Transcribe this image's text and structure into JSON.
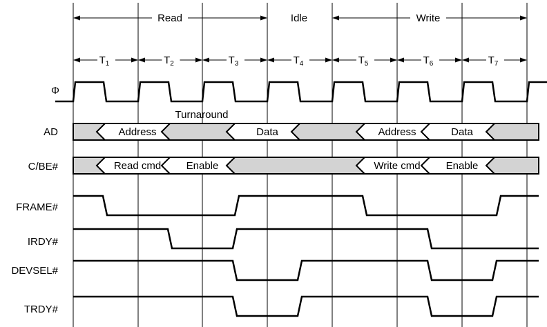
{
  "phases": [
    {
      "label": "Read"
    },
    {
      "label": "Idle"
    },
    {
      "label": "Write"
    }
  ],
  "cycles": [
    {
      "letter": "T",
      "sub": "1"
    },
    {
      "letter": "T",
      "sub": "2"
    },
    {
      "letter": "T",
      "sub": "3"
    },
    {
      "letter": "T",
      "sub": "4"
    },
    {
      "letter": "T",
      "sub": "5"
    },
    {
      "letter": "T",
      "sub": "6"
    },
    {
      "letter": "T",
      "sub": "7"
    }
  ],
  "clock_label": "Φ",
  "note": "Turnaround",
  "signals": [
    {
      "name": "AD",
      "kind": "bus",
      "segments": [
        {
          "label": "",
          "shaded": true
        },
        {
          "label": "Address",
          "shaded": false
        },
        {
          "label": "",
          "shaded": true
        },
        {
          "label": "Data",
          "shaded": false
        },
        {
          "label": "",
          "shaded": true
        },
        {
          "label": "Address",
          "shaded": false
        },
        {
          "label": "Data",
          "shaded": false
        },
        {
          "label": "",
          "shaded": true
        }
      ]
    },
    {
      "name": "C/BE#",
      "kind": "bus",
      "segments": [
        {
          "label": "",
          "shaded": true
        },
        {
          "label": "Read cmd",
          "shaded": false
        },
        {
          "label": "Enable",
          "shaded": false
        },
        {
          "label": "",
          "shaded": true
        },
        {
          "label": "Write cmd",
          "shaded": false
        },
        {
          "label": "Enable",
          "shaded": false
        },
        {
          "label": "",
          "shaded": true
        }
      ]
    },
    {
      "name": "FRAME#",
      "kind": "level"
    },
    {
      "name": "IRDY#",
      "kind": "level"
    },
    {
      "name": "DEVSEL#",
      "kind": "level"
    },
    {
      "name": "TRDY#",
      "kind": "level"
    }
  ]
}
